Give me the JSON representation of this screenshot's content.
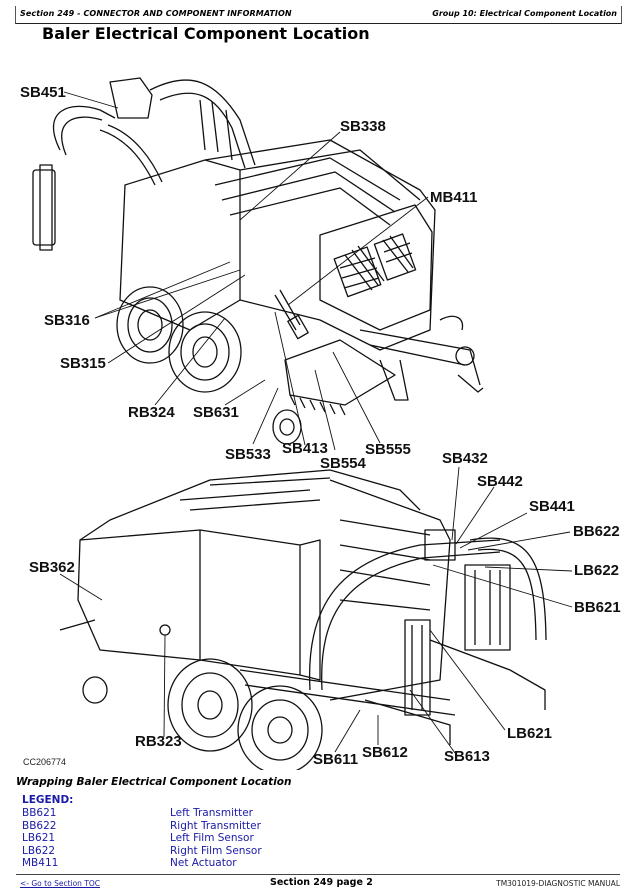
{
  "header": {
    "section": "Section 249 - CONNECTOR AND COMPONENT INFORMATION",
    "group": "Group 10: Electrical Component Location"
  },
  "page_title": "Baler Electrical Component Location",
  "diagram": {
    "upper_callouts": [
      "SB451",
      "SB338",
      "MB411",
      "SB316",
      "SB315",
      "RB324",
      "SB631",
      "SB533",
      "SB413",
      "SB554",
      "SB555"
    ],
    "lower_callouts": [
      "SB432",
      "SB442",
      "SB441",
      "BB622",
      "LB622",
      "BB621",
      "SB362",
      "RB323",
      "LB621",
      "SB611",
      "SB612",
      "SB613"
    ],
    "figure_id": "CC206774",
    "colors": {
      "line": "#111111",
      "background": "#ffffff"
    }
  },
  "caption": "Wrapping Baler Electrical Component Location",
  "legend": {
    "title": "LEGEND:",
    "items": [
      {
        "code": "BB621",
        "description": "Left Transmitter"
      },
      {
        "code": "BB622",
        "description": "Right Transmitter"
      },
      {
        "code": "LB621",
        "description": "Left Film Sensor"
      },
      {
        "code": "LB622",
        "description": "Right Film Sensor"
      },
      {
        "code": "MB411",
        "description": "Net Actuator"
      }
    ],
    "color": "#1a1aa8"
  },
  "footer": {
    "toc_link": "<- Go to Section TOC",
    "page": "Section 249 page 2",
    "manual": "TM301019-DIAGNOSTIC MANUAL"
  }
}
